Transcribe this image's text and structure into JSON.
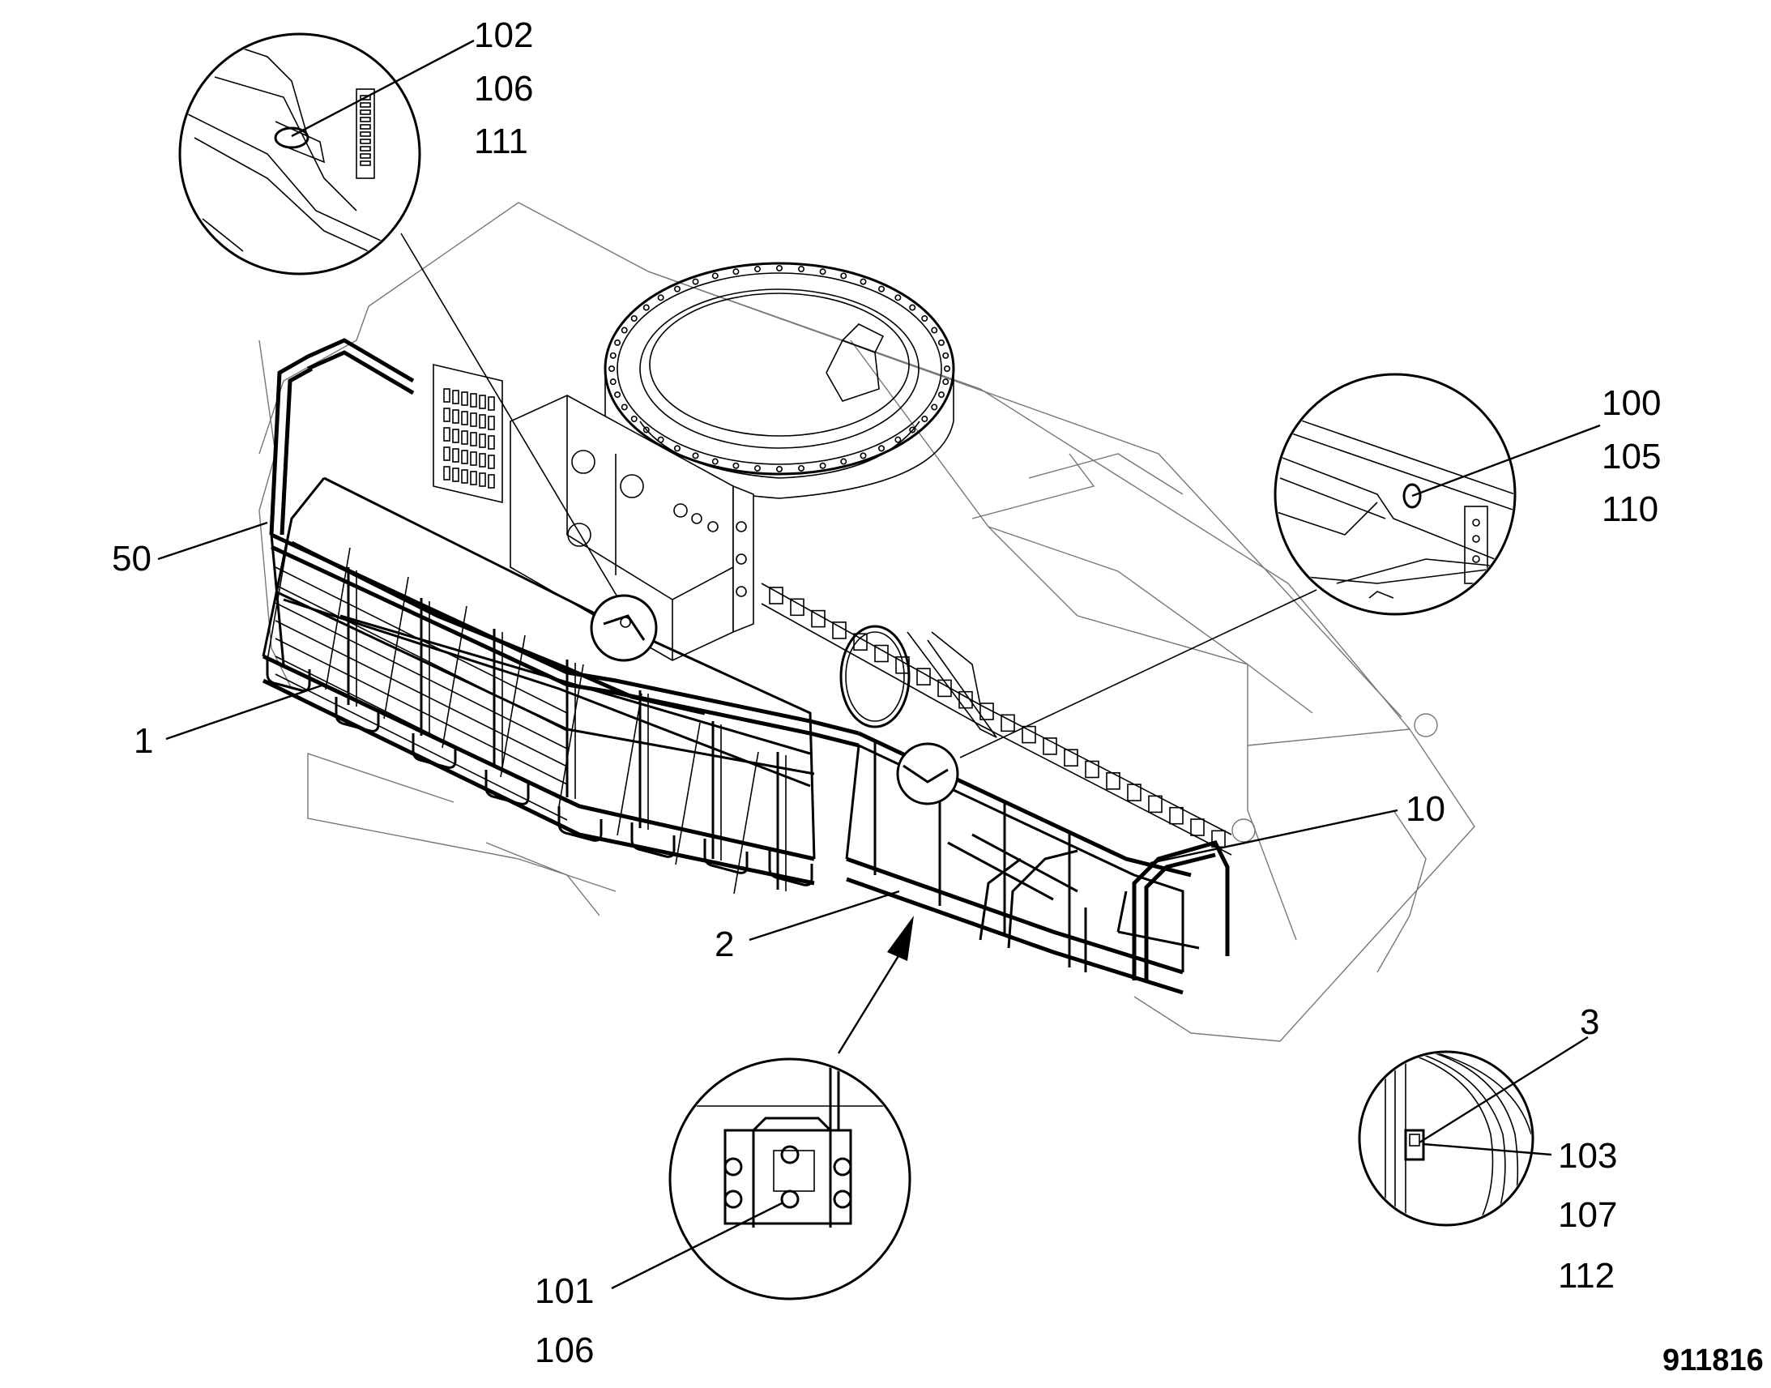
{
  "figure": {
    "drawing_number": "911816"
  },
  "callouts": [
    {
      "id": "c102",
      "text": "102"
    },
    {
      "id": "c106a",
      "text": "106"
    },
    {
      "id": "c111",
      "text": "111"
    },
    {
      "id": "c100",
      "text": "100"
    },
    {
      "id": "c105",
      "text": "105"
    },
    {
      "id": "c110",
      "text": "110"
    },
    {
      "id": "c50",
      "text": "50"
    },
    {
      "id": "c1",
      "text": "1"
    },
    {
      "id": "c10",
      "text": "10"
    },
    {
      "id": "c2",
      "text": "2"
    },
    {
      "id": "c3",
      "text": "3"
    },
    {
      "id": "c103",
      "text": "103"
    },
    {
      "id": "c107",
      "text": "107"
    },
    {
      "id": "c112",
      "text": "112"
    },
    {
      "id": "c101",
      "text": "101"
    },
    {
      "id": "c106b",
      "text": "106"
    }
  ]
}
